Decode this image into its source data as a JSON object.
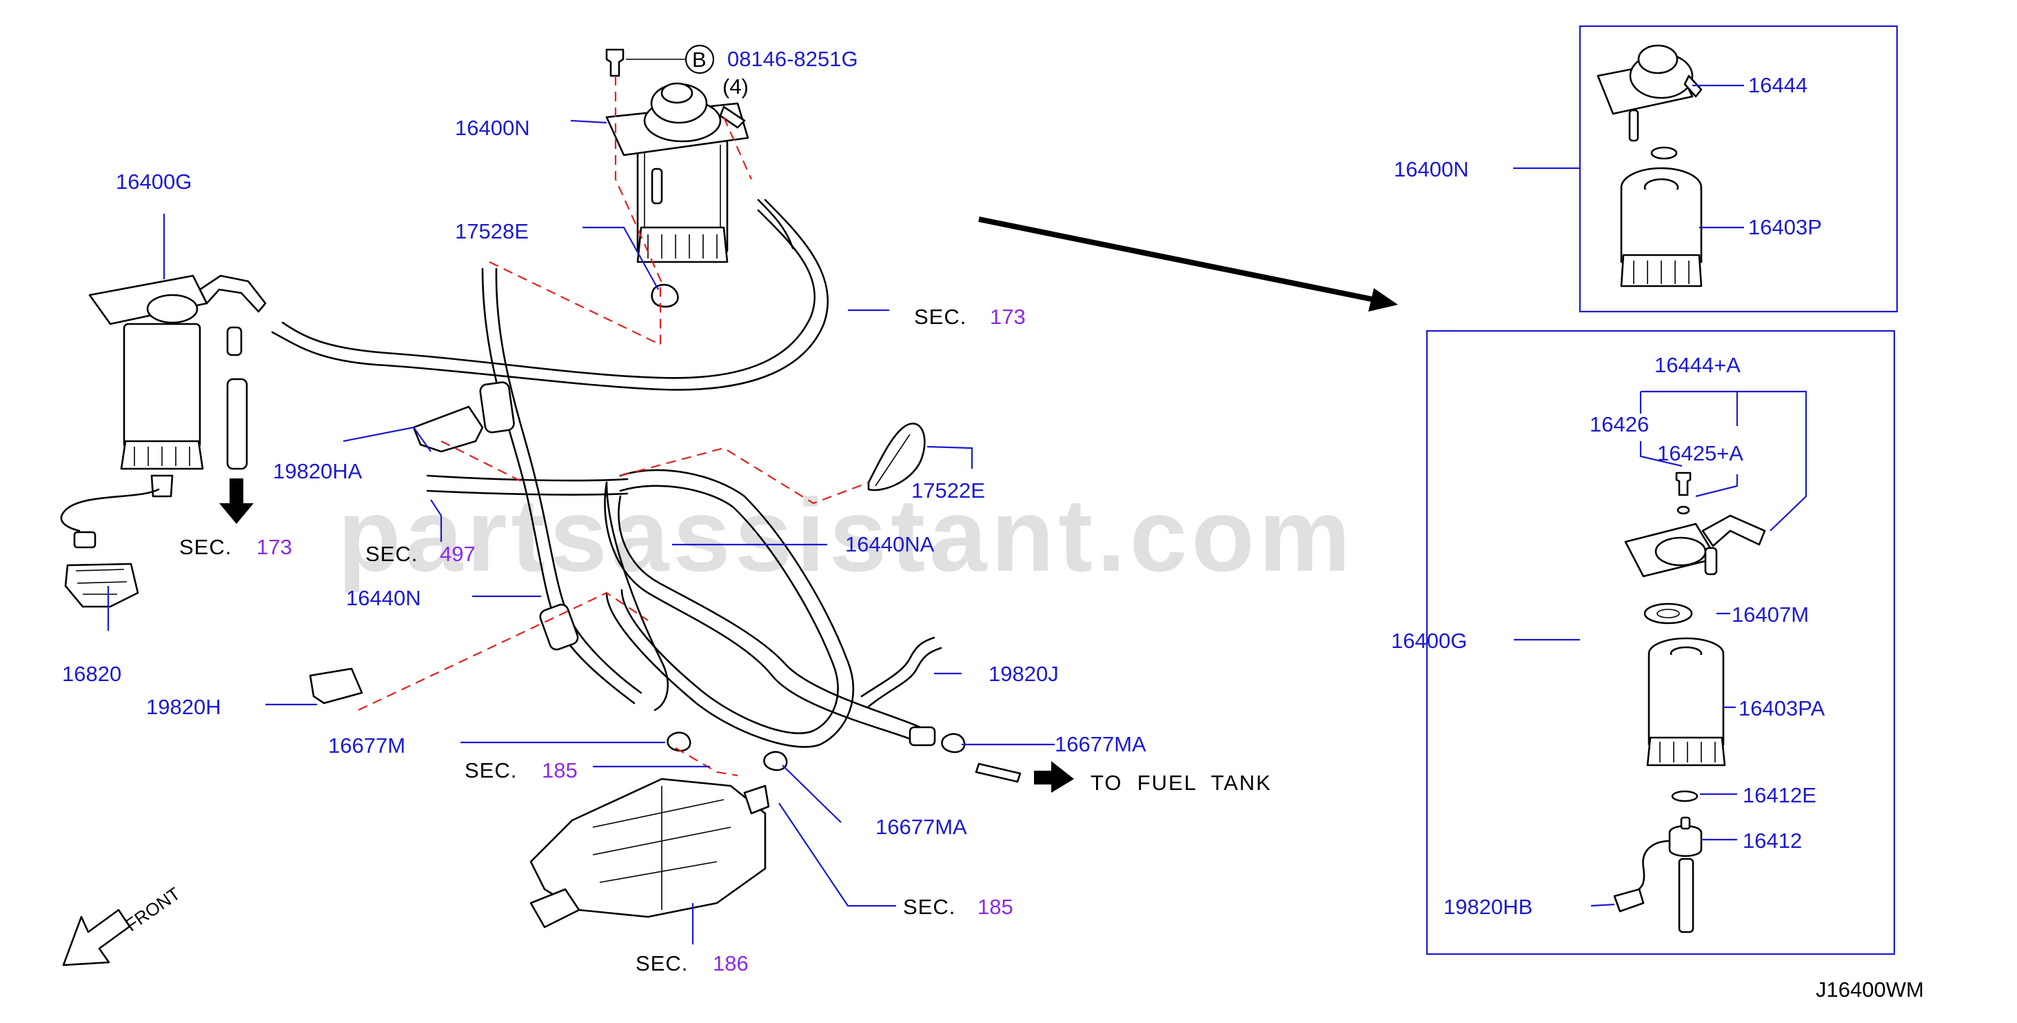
{
  "watermark": "partsassistant.com",
  "diagram_code": "J16400WM",
  "bolt_ref": {
    "circle_letter": "B",
    "part": "08146-8251G",
    "qty": "(4)"
  },
  "labels": {
    "p16400N_top": "16400N",
    "p17528E": "17528E",
    "p16400G_left": "16400G",
    "p16820": "16820",
    "p19820HA": "19820HA",
    "p17522E": "17522E",
    "p16440NA": "16440NA",
    "p16440N": "16440N",
    "p19820J": "19820J",
    "p19820H": "19820H",
    "p16677M": "16677M",
    "p16677MA_right": "16677MA",
    "p16677MA_mid": "16677MA",
    "box1_16400N": "16400N",
    "box1_16444": "16444",
    "box1_16403P": "16403P",
    "box2_16444A": "16444+A",
    "box2_16426": "16426",
    "box2_16425A": "16425+A",
    "box2_16400G": "16400G",
    "box2_16407M": "16407M",
    "box2_16403PA": "16403PA",
    "box2_16412E": "16412E",
    "box2_16412": "16412",
    "box2_19820HB": "19820HB"
  },
  "sections": {
    "sec173_top": {
      "prefix": "SEC.",
      "num": "173"
    },
    "sec173_left": {
      "prefix": "SEC.",
      "num": "173"
    },
    "sec497": {
      "prefix": "SEC.",
      "num": "497"
    },
    "sec185_a": {
      "prefix": "SEC.",
      "num": "185"
    },
    "sec185_b": {
      "prefix": "SEC.",
      "num": "185"
    },
    "sec186": {
      "prefix": "SEC.",
      "num": "186"
    }
  },
  "to_fuel_tank": "TO  FUEL  TANK",
  "front": "FRONT",
  "colors": {
    "part_label": "#1a1ad0",
    "section_number": "#8a2be2",
    "dashed_leader": "#e02020",
    "box_border": "#1a1ad0"
  }
}
